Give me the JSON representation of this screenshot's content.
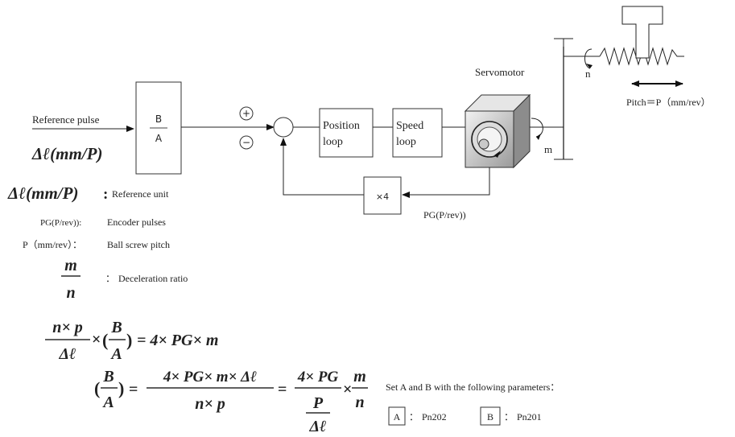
{
  "diagram": {
    "input_label": "Reference pulse",
    "input_unit_symbol": "Δℓ(mm/P)",
    "gear_box": {
      "numerator": "B",
      "denominator": "A"
    },
    "sum_plus": "+",
    "sum_minus": "−",
    "position_loop": [
      "Position",
      "loop"
    ],
    "speed_loop": [
      "Speed",
      "loop"
    ],
    "servomotor_label": "Servomotor",
    "multiplier": "×4",
    "feedback_label": "PG(P/rev))",
    "label_m": "m",
    "label_n": "n",
    "pitch_label": "Pitch＝P（mm/rev）"
  },
  "legend": {
    "ref_unit_symbol": "Δℓ(mm/P)",
    "ref_unit_colon": ":",
    "ref_unit_desc": "Reference unit",
    "encoder_symbol": "PG(P/rev)):",
    "encoder_desc": "Encoder pulses",
    "pitch_symbol": "P（mm/rev）：",
    "pitch_desc": "Ball screw pitch",
    "ratio_num": "m",
    "ratio_den": "n",
    "ratio_colon": "：",
    "ratio_desc": "Deceleration ratio"
  },
  "equations": {
    "eq1": {
      "lhs_num": "n× p",
      "lhs_den": "Δℓ",
      "times": "×",
      "paren_open": "(",
      "frac_num": "B",
      "frac_den": "A",
      "paren_close": ")",
      "rhs": "= 4× PG× m"
    },
    "eq2": {
      "paren_open": "(",
      "frac_num": "B",
      "frac_den": "A",
      "paren_close": ")",
      "eq1": "=",
      "f1_num": "4× PG× m× Δℓ",
      "f1_den": "n× p",
      "eq2": "=",
      "f2_num": "4× PG",
      "f2_den_num": "P",
      "f2_den_den": "Δℓ",
      "times": "×",
      "f3_num": "m",
      "f3_den": "n"
    }
  },
  "parameters": {
    "intro": "Set A and B with the following parameters：",
    "items": [
      {
        "box": "A",
        "sep": "：",
        "param": "Pn202"
      },
      {
        "box": "B",
        "sep": "：",
        "param": "Pn201"
      }
    ]
  }
}
